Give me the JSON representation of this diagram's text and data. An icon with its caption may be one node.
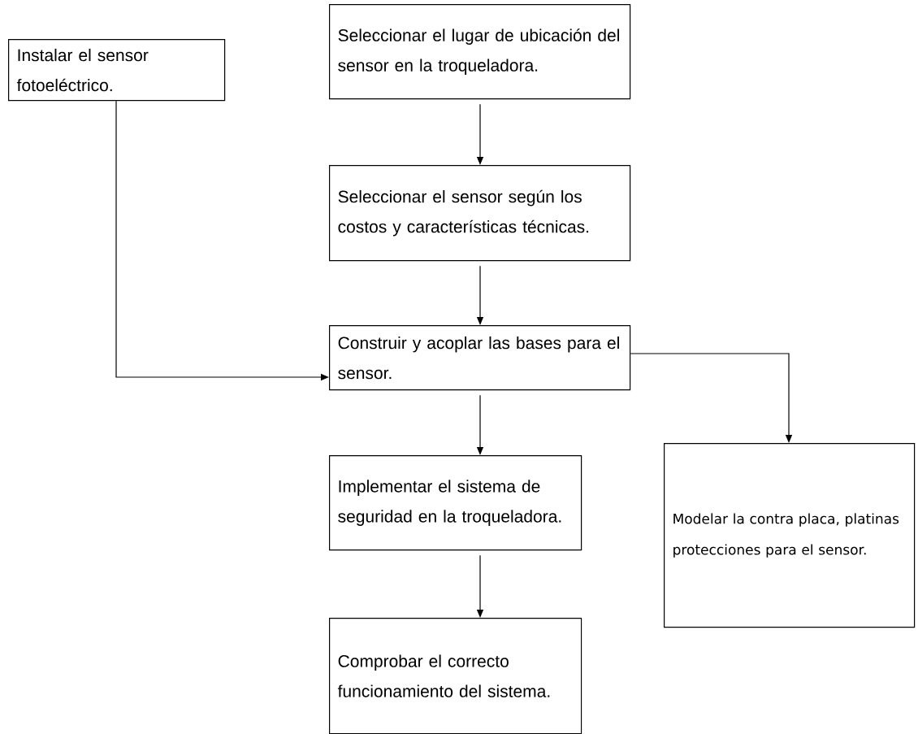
{
  "diagram": {
    "nodes": [
      {
        "text": [
          "Instalar el sensor fotoeléctrico."
        ]
      },
      {
        "text": [
          "Seleccionar el lugar de ubicación del sensor en la troqueladora."
        ]
      },
      {
        "text": [
          "Seleccionar el sensor según los costos y características técnicas."
        ]
      },
      {
        "text": [
          "Construir y acoplar las bases para el sensor."
        ]
      },
      {
        "text": [
          "Implementar el sistema de seguridad en la troqueladora."
        ]
      },
      {
        "text": [
          "Modelar la contra placa, platinas protecciones para el sensor."
        ]
      },
      {
        "text": [
          "Comprobar el correcto funcionamiento del sistema."
        ]
      }
    ],
    "edges": [
      {
        "from": 0,
        "to": 3,
        "arrow": "to"
      },
      {
        "from": 1,
        "to": 2,
        "arrow": "to"
      },
      {
        "from": 2,
        "to": 3,
        "arrow": "to"
      },
      {
        "from": 3,
        "to": 4,
        "arrow": "to"
      },
      {
        "from": 3,
        "to": 5,
        "arrow": "to"
      },
      {
        "from": 4,
        "to": 6,
        "arrow": "to"
      }
    ]
  }
}
